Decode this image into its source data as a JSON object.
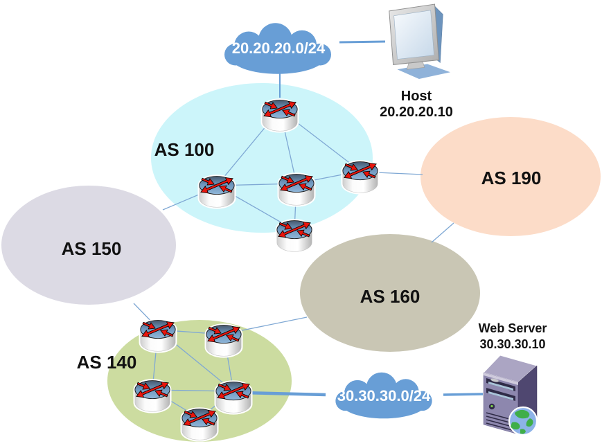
{
  "diagram_type": "bgp-network-topology",
  "colors": {
    "cloud_fill": "#689ed6",
    "link_thin": "#7fa8d4",
    "link_thick": "#689ed6",
    "router_top": "#7ba6cd",
    "router_arrow": "#e8150d"
  },
  "autonomous_systems": {
    "as100": {
      "label": "AS 100",
      "fill": "#ccf5fa",
      "router_count": 5
    },
    "as150": {
      "label": "AS 150",
      "fill": "#dcdae4",
      "router_count": 0
    },
    "as190": {
      "label": "AS 190",
      "fill": "#fcdcc8",
      "router_count": 0
    },
    "as160": {
      "label": "AS 160",
      "fill": "#c9c6b4",
      "router_count": 0
    },
    "as140": {
      "label": "AS 140",
      "fill": "#ccdca0",
      "router_count": 5
    }
  },
  "networks": {
    "net20": {
      "label": "20.20.20.0/24"
    },
    "net30": {
      "label": "30.30.30.0/24"
    }
  },
  "endpoints": {
    "host": {
      "name": "Host",
      "ip": "20.20.20.10"
    },
    "web_server": {
      "name": "Web Server",
      "ip": "30.30.30.10"
    }
  },
  "links": [
    {
      "from": "network-20.20.20.0/24",
      "to": "host"
    },
    {
      "from": "network-20.20.20.0/24",
      "to": "as100-router-top"
    },
    {
      "from": "as100-router-top",
      "to": "as100-router-left"
    },
    {
      "from": "as100-router-top",
      "to": "as100-router-middle"
    },
    {
      "from": "as100-router-top",
      "to": "as100-router-right"
    },
    {
      "from": "as100-router-left",
      "to": "as100-router-middle"
    },
    {
      "from": "as100-router-middle",
      "to": "as100-router-right"
    },
    {
      "from": "as100-router-left",
      "to": "as100-router-bottom"
    },
    {
      "from": "as100-router-middle",
      "to": "as100-router-bottom"
    },
    {
      "from": "as100-router-right",
      "to": "as190"
    },
    {
      "from": "as190",
      "to": "as160"
    },
    {
      "from": "as100-router-left",
      "to": "as150"
    },
    {
      "from": "as150",
      "to": "as140-router-topleft"
    },
    {
      "from": "as140-router-topright",
      "to": "as160"
    },
    {
      "from": "as140-router-topleft",
      "to": "as140-router-topright"
    },
    {
      "from": "as140-router-topleft",
      "to": "as140-router-midleft"
    },
    {
      "from": "as140-router-topleft",
      "to": "as140-router-midright"
    },
    {
      "from": "as140-router-topright",
      "to": "as140-router-midright"
    },
    {
      "from": "as140-router-midleft",
      "to": "as140-router-midright"
    },
    {
      "from": "as140-router-midleft",
      "to": "as140-router-bottom"
    },
    {
      "from": "as140-router-bottom",
      "to": "as140-router-midright"
    },
    {
      "from": "as140-router-midright",
      "to": "network-30.30.30.0/24"
    },
    {
      "from": "network-30.30.30.0/24",
      "to": "web_server"
    }
  ]
}
